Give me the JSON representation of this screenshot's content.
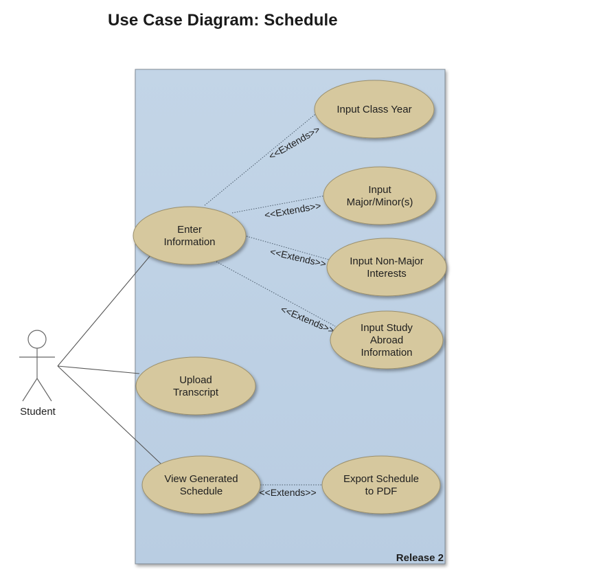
{
  "title": "Use Case Diagram: Schedule",
  "colors": {
    "boundary_fill": "#bdd0e3",
    "boundary_stroke": "#7f8a96",
    "usecase_fill": "#d6c89e",
    "usecase_stroke": "#9a8f6c",
    "line": "#555555"
  },
  "system_boundary": {
    "label": "Release 2"
  },
  "actor": {
    "name": "Student"
  },
  "use_cases": [
    {
      "id": "enter",
      "lines": [
        "Enter",
        "Information"
      ]
    },
    {
      "id": "classyear",
      "lines": [
        "Input Class Year"
      ]
    },
    {
      "id": "major",
      "lines": [
        "Input",
        "Major/Minor(s)"
      ]
    },
    {
      "id": "nonmajor",
      "lines": [
        "Input Non-Major",
        "Interests"
      ]
    },
    {
      "id": "study",
      "lines": [
        "Input Study",
        "Abroad",
        "Information"
      ]
    },
    {
      "id": "upload",
      "lines": [
        "Upload",
        "Transcript"
      ]
    },
    {
      "id": "view",
      "lines": [
        "View Generated",
        "Schedule"
      ]
    },
    {
      "id": "export",
      "lines": [
        "Export Schedule",
        "to PDF"
      ]
    }
  ],
  "associations": [
    {
      "from": "actor",
      "to": "enter"
    },
    {
      "from": "actor",
      "to": "upload"
    },
    {
      "from": "actor",
      "to": "view"
    }
  ],
  "extends": [
    {
      "from": "enter",
      "to": "classyear",
      "label": "<<Extends>>"
    },
    {
      "from": "enter",
      "to": "major",
      "label": "<<Extends>>"
    },
    {
      "from": "enter",
      "to": "nonmajor",
      "label": "<<Extends>>"
    },
    {
      "from": "enter",
      "to": "study",
      "label": "<<Extends>>"
    },
    {
      "from": "view",
      "to": "export",
      "label": "<<Extends>>"
    }
  ]
}
